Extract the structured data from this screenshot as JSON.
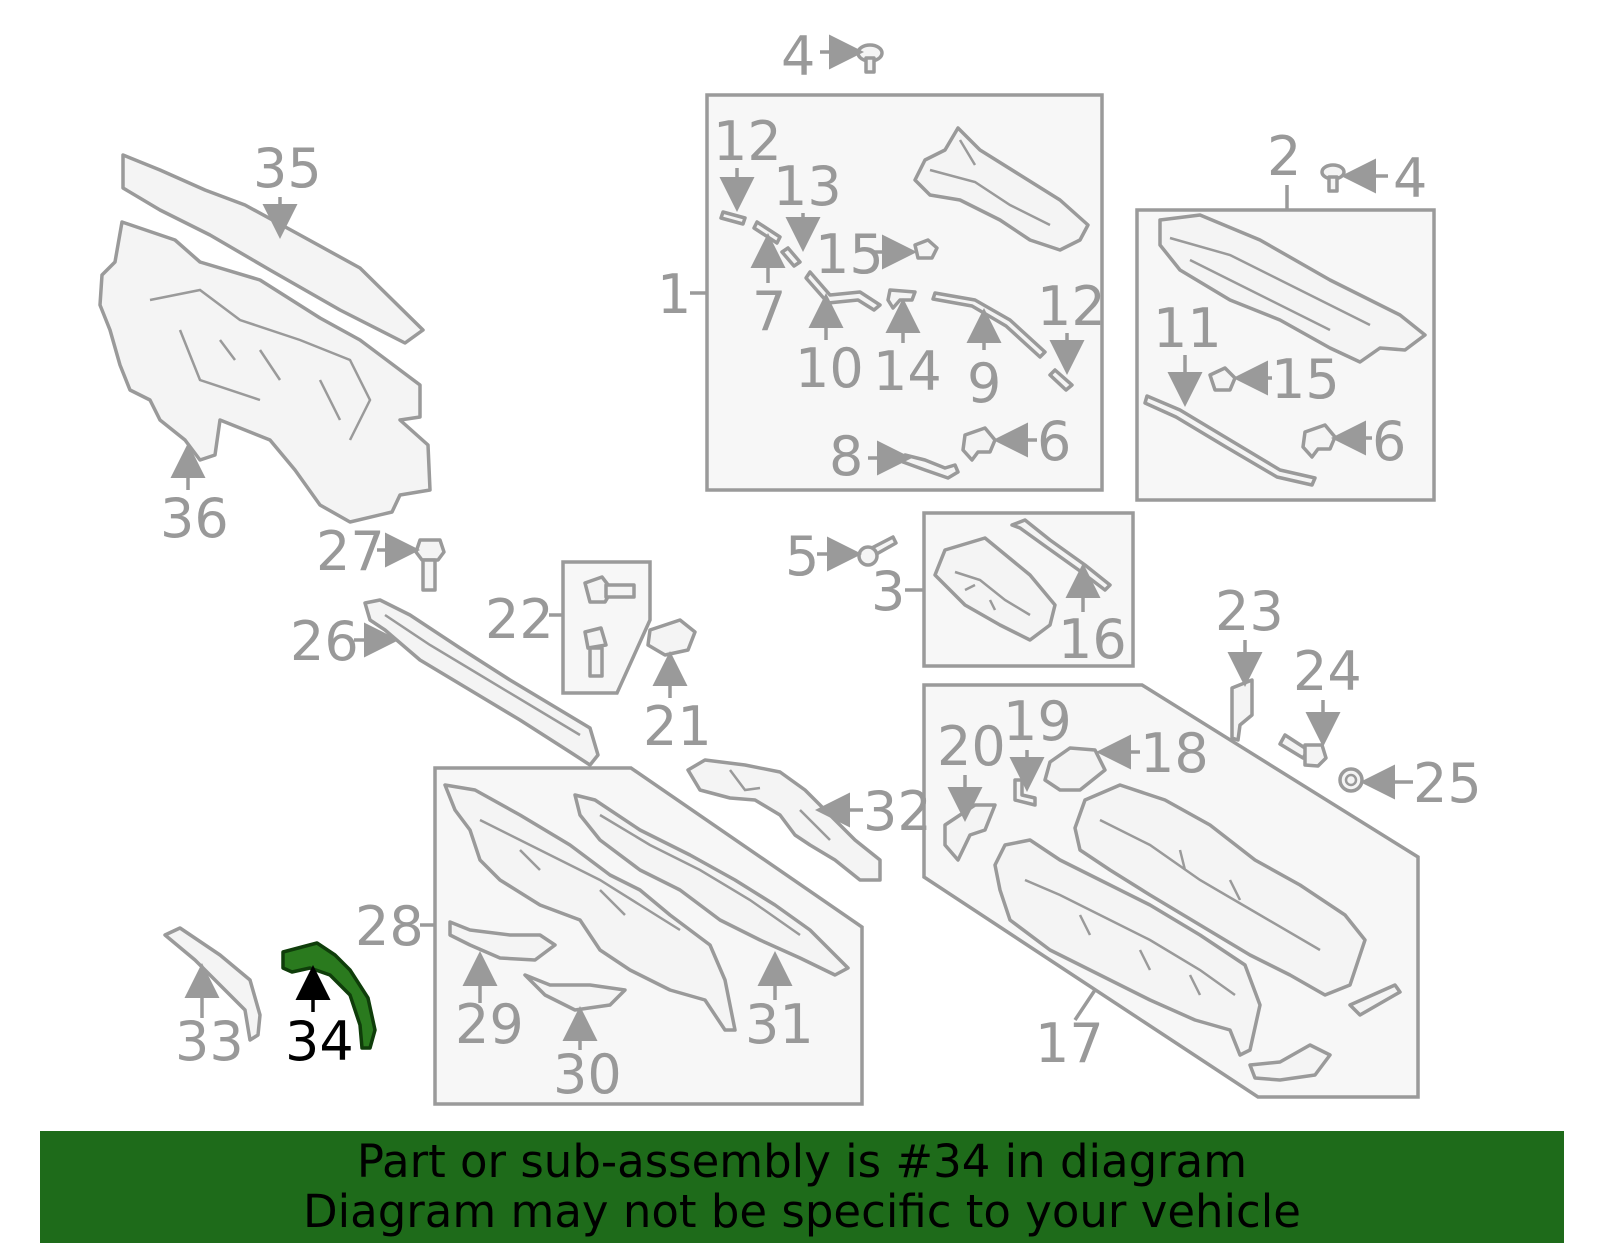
{
  "diagram": {
    "callouts": [
      "1",
      "2",
      "3",
      "4",
      "4",
      "5",
      "6",
      "6",
      "7",
      "8",
      "9",
      "10",
      "11",
      "12",
      "12",
      "13",
      "14",
      "15",
      "15",
      "16",
      "17",
      "18",
      "19",
      "20",
      "21",
      "22",
      "23",
      "24",
      "25",
      "26",
      "27",
      "28",
      "29",
      "30",
      "31",
      "32",
      "33",
      "34",
      "35",
      "36"
    ],
    "highlighted_part": "34",
    "colors": {
      "highlight": "#2a7a1e",
      "line": "#9a9a9a",
      "banner": "#1e6b1a"
    }
  },
  "banner": {
    "line1": "Part or sub-assembly is #34 in diagram",
    "line2": "Diagram may not be specific to your vehicle"
  }
}
